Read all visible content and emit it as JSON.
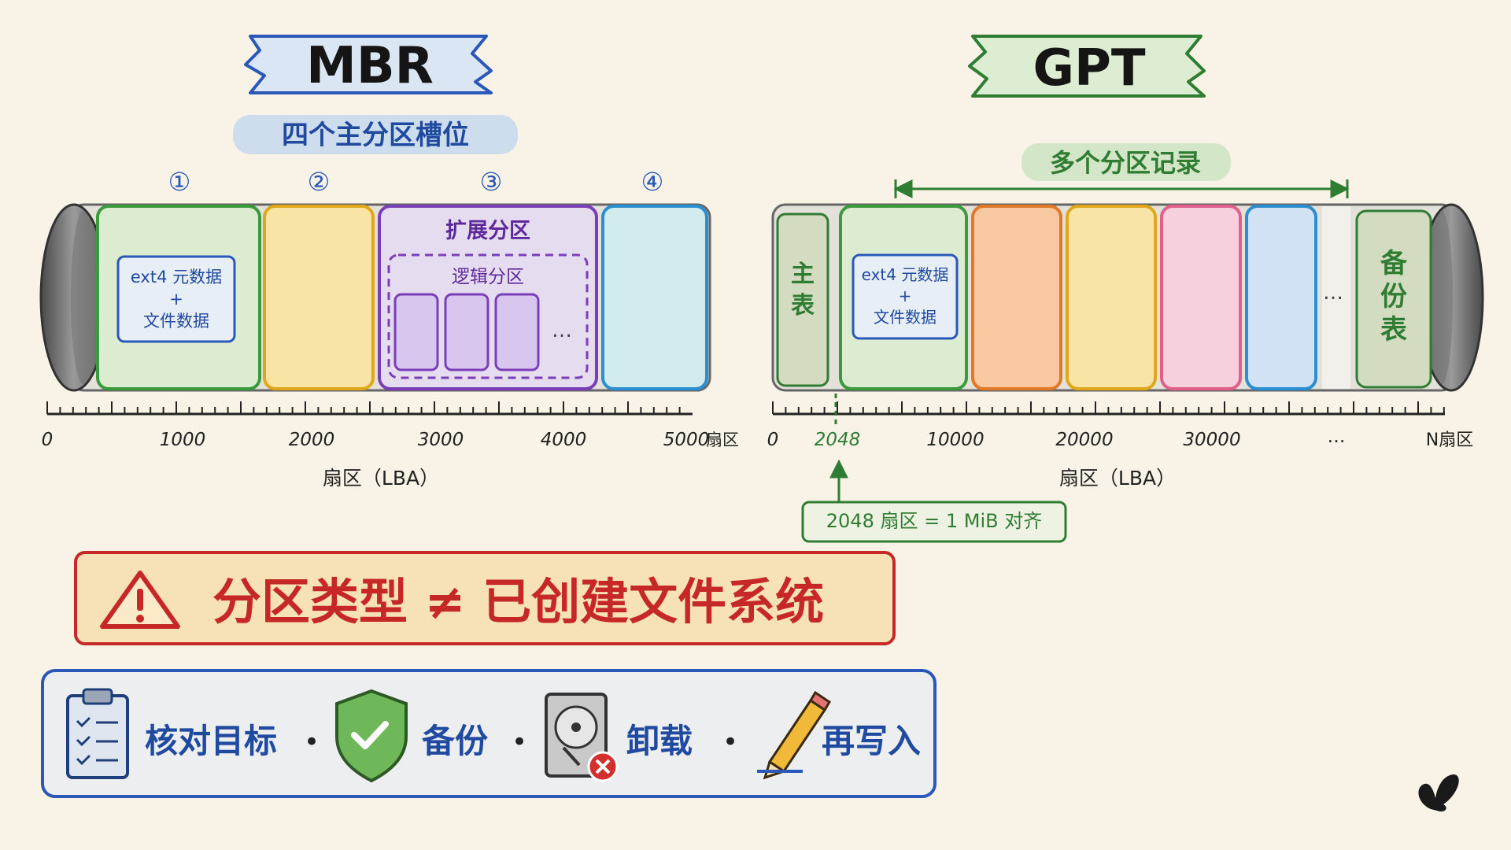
{
  "mbr": {
    "title": "MBR",
    "subtitle": "四个主分区槽位",
    "slots": [
      "①",
      "②",
      "③",
      "④"
    ],
    "ext4_line1": "ext4 元数据",
    "ext4_plus": "+",
    "ext4_line2": "文件数据",
    "extended_label": "扩展分区",
    "logical_label": "逻辑分区",
    "ellipsis": "…",
    "ticks": [
      "0",
      "1000",
      "2000",
      "3000",
      "4000",
      "5000"
    ],
    "tick_unit": "扇区",
    "axis_label": "扇区（LBA）"
  },
  "gpt": {
    "title": "GPT",
    "subtitle": "多个分区记录",
    "primary_table": "主表",
    "backup_table": "备份表",
    "ext4_line1": "ext4 元数据",
    "ext4_plus": "+",
    "ext4_line2": "文件数据",
    "ellipsis": "…",
    "ticks": [
      "0",
      "2048",
      "10000",
      "20000",
      "30000",
      "…",
      "N扇区"
    ],
    "axis_label": "扇区（LBA）",
    "alignment_note": "2048 扇区 = 1 MiB 对齐"
  },
  "warning": {
    "text": "分区类型 ≠ 已创建文件系统",
    "icon": "warning-triangle-icon"
  },
  "steps": [
    {
      "label": "核对目标",
      "icon": "clipboard-checklist-icon"
    },
    {
      "label": "备份",
      "icon": "shield-check-icon"
    },
    {
      "label": "卸载",
      "icon": "hard-drive-unmount-icon"
    },
    {
      "label": "再写入",
      "icon": "pencil-icon"
    }
  ],
  "step_separator": "•",
  "colors": {
    "background": "#f8f3e6",
    "mbr_blue": "#2a58b8",
    "gpt_green": "#2f7d32",
    "warning_red": "#c62828",
    "purple": "#6a3aa8"
  }
}
